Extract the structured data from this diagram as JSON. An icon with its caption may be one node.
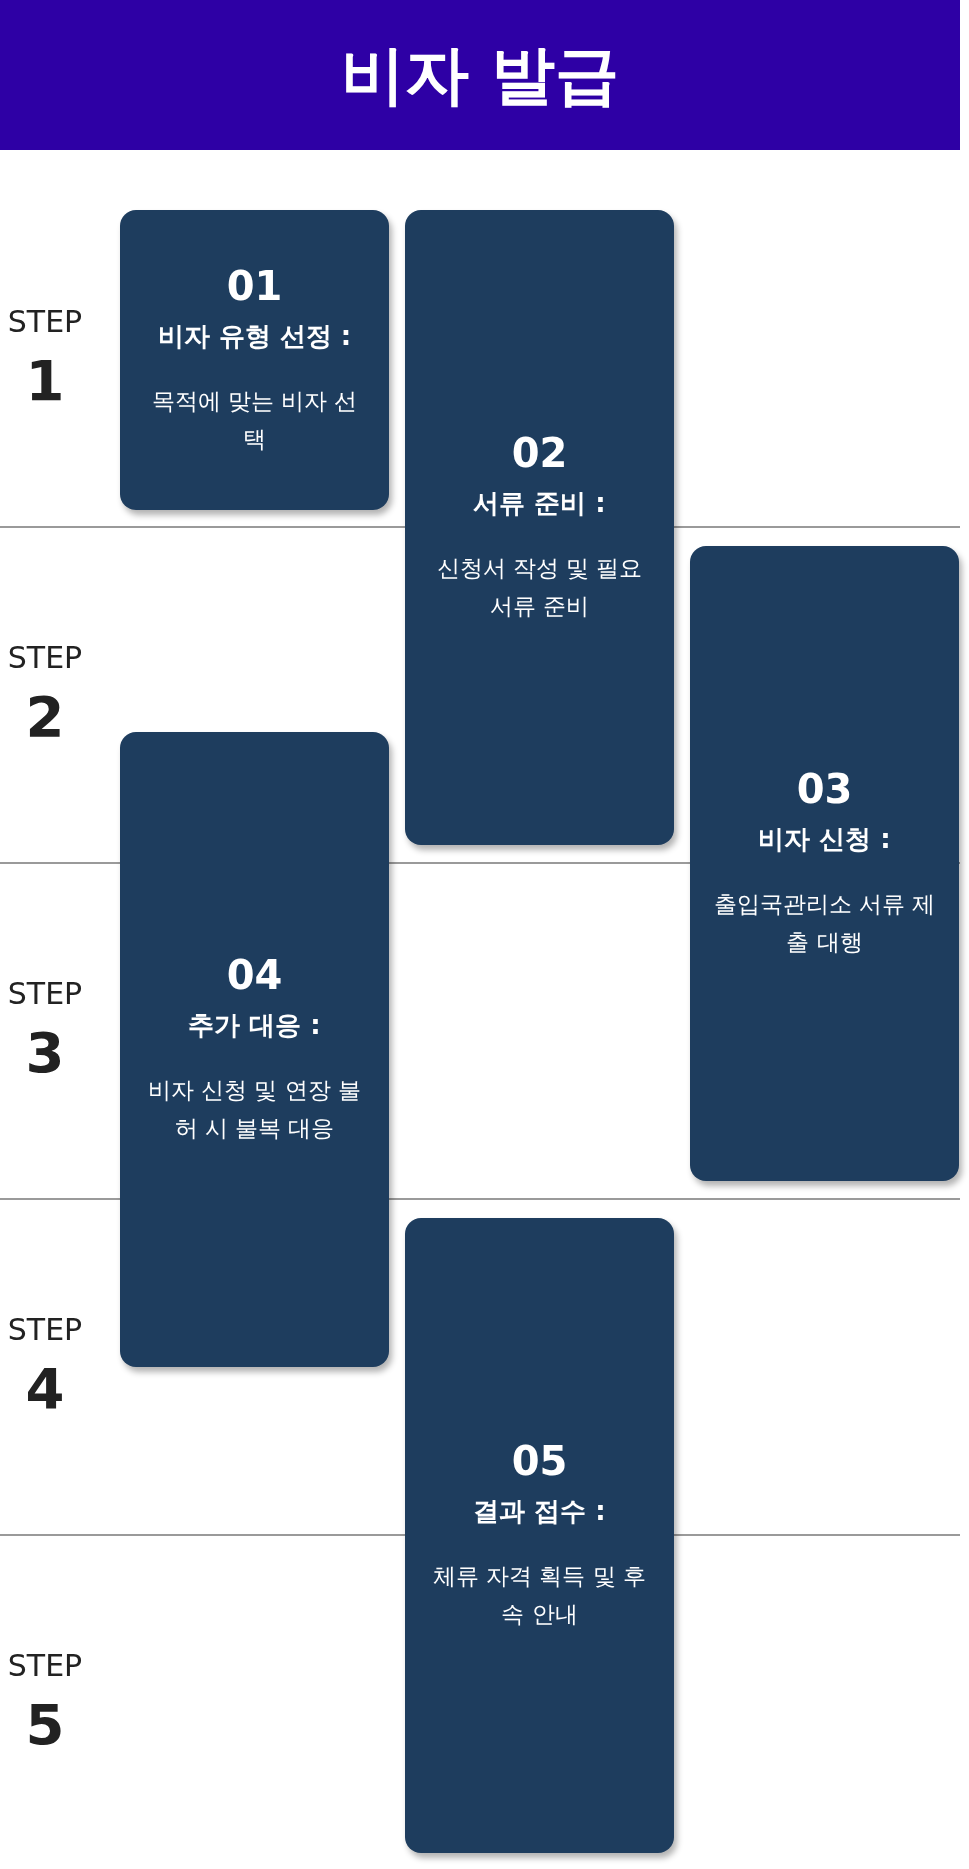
{
  "diagram": {
    "title": "비자 발급",
    "nodes": [
      {
        "text": [
          "01",
          "비자 유형 선정 :",
          "목적에 맞는 비자 선택"
        ]
      },
      {
        "text": [
          "02",
          "서류 준비 :",
          "신청서 작성 및 필요서류 준비"
        ]
      },
      {
        "text": [
          "03",
          "비자 신청 :",
          "출입국관리소 서류 제출 대행"
        ]
      },
      {
        "text": [
          "04",
          "추가 대응 :",
          "비자 신청 및 연장 불허 시 불복 대응"
        ]
      },
      {
        "text": [
          "05",
          "결과 접수 :",
          "체류 자격 획득 및 후속 안내"
        ]
      }
    ],
    "edges": [],
    "labels": [
      "STEP",
      "1",
      "STEP",
      "2",
      "STEP",
      "3",
      "STEP",
      "4",
      "STEP",
      "5"
    ]
  }
}
